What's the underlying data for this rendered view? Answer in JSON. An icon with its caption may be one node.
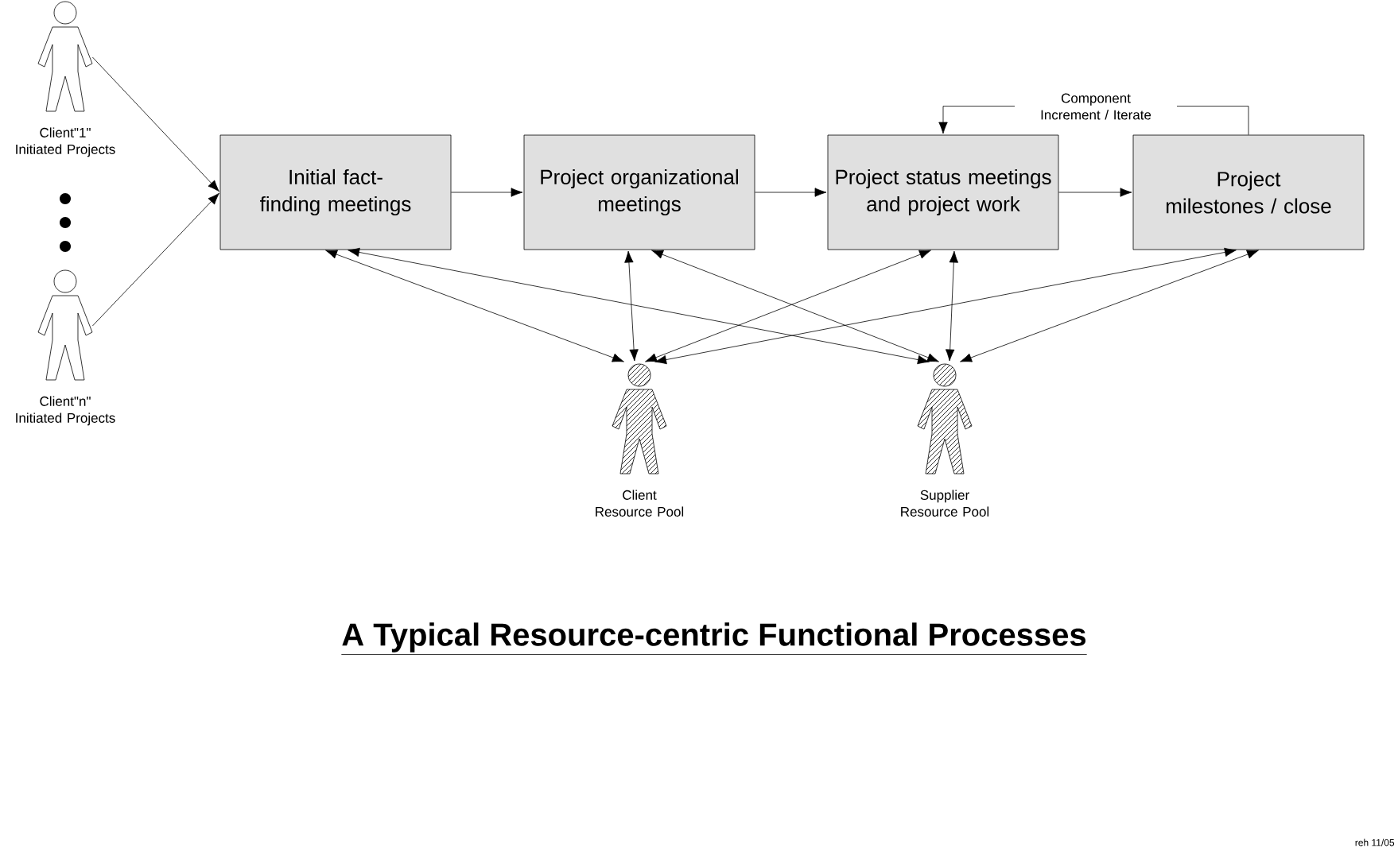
{
  "diagram": {
    "title": "A Typical Resource-centric Functional Processes",
    "nodes": [
      {
        "text": [
          "Client\"1\" Initiated Projects"
        ]
      },
      {
        "text": [
          "Client\"n\" Initiated Projects"
        ]
      },
      {
        "text": [
          "Initial fact-finding meetings"
        ]
      },
      {
        "text": [
          "Project organizational meetings"
        ]
      },
      {
        "text": [
          "Project status meetings and project work"
        ]
      },
      {
        "text": [
          "Project milestones / close"
        ]
      },
      {
        "text": [
          "Client Resource Pool"
        ]
      },
      {
        "text": [
          "Supplier Resource Pool"
        ]
      }
    ],
    "edges": [
      {
        "from": 0,
        "to": 2,
        "arrow": "to"
      },
      {
        "from": 1,
        "to": 2,
        "arrow": "to"
      },
      {
        "from": 2,
        "to": 3,
        "arrow": "to"
      },
      {
        "from": 3,
        "to": 4,
        "arrow": "to"
      },
      {
        "from": 4,
        "to": 5,
        "arrow": "to"
      },
      {
        "from": 5,
        "to": 4,
        "arrow": "to",
        "label": "Component Increment / Iterate"
      },
      {
        "from": 6,
        "to": 2,
        "arrow": "both"
      },
      {
        "from": 6,
        "to": 3,
        "arrow": "both"
      },
      {
        "from": 6,
        "to": 4,
        "arrow": "both"
      },
      {
        "from": 6,
        "to": 5,
        "arrow": "both"
      },
      {
        "from": 7,
        "to": 2,
        "arrow": "both"
      },
      {
        "from": 7,
        "to": 3,
        "arrow": "both"
      },
      {
        "from": 7,
        "to": 4,
        "arrow": "both"
      },
      {
        "from": 7,
        "to": 5,
        "arrow": "both"
      }
    ],
    "labels": [
      "reh 11/05"
    ]
  }
}
